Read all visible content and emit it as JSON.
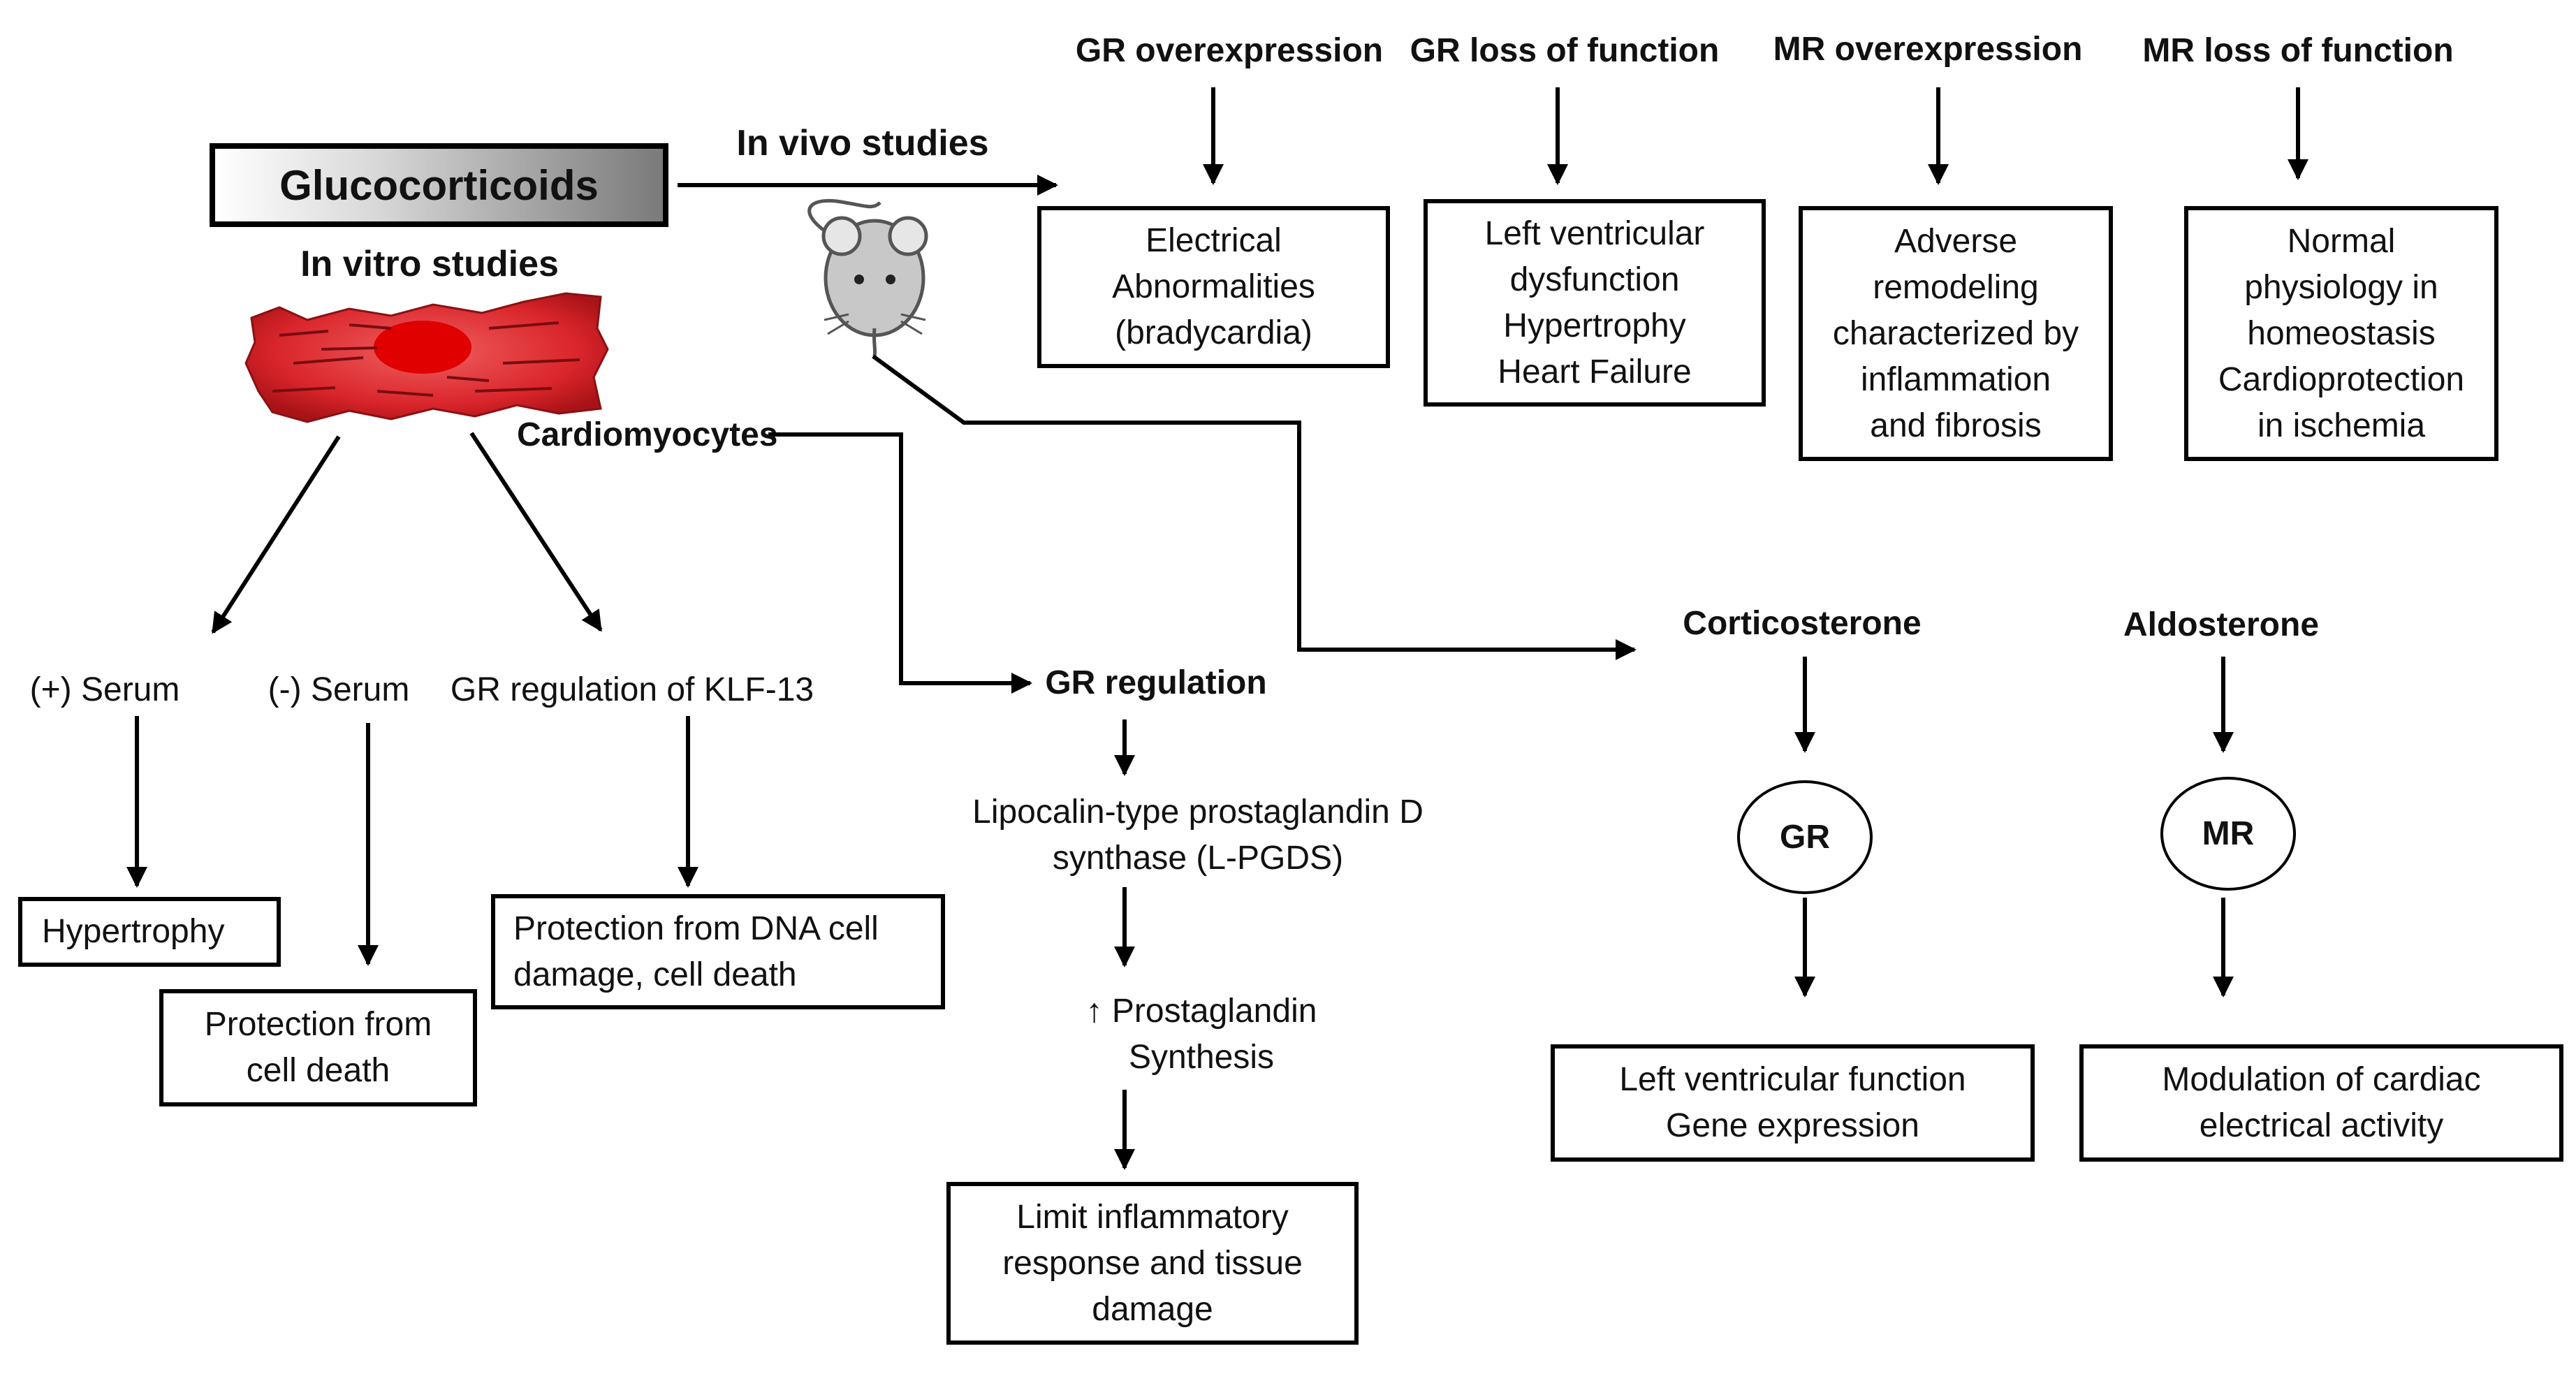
{
  "colors": {
    "line": "#000000",
    "cell_red": "#d9252b",
    "text": "#111111"
  },
  "icons": {
    "cell": "cardiomyocyte-cell-icon",
    "mouse": "mouse-icon"
  },
  "glucocorticoids": "Glucocorticoids",
  "in_vitro": {
    "title": "In vitro studies",
    "cell_label": "Cardiomyocytes",
    "plus_serum": "(+) Serum",
    "minus_serum": "(-) Serum",
    "klf13": "GR regulation of KLF-13",
    "hypertrophy": "Hypertrophy",
    "protection_cell_death": "Protection from\ncell death",
    "protection_dna": "Protection from DNA cell\ndamage, cell death"
  },
  "gr_pathway": {
    "title": "GR regulation",
    "lpgds": "Lipocalin-type prostaglandin D\nsynthase (L-PGDS)",
    "prostaglandin": "↑ Prostaglandin\nSynthesis",
    "limit": "Limit inflammatory\nresponse and tissue\ndamage"
  },
  "in_vivo": {
    "title": "In vivo studies",
    "columns": [
      {
        "header": "GR overexpression",
        "result": "Electrical\nAbnormalities\n(bradycardia)"
      },
      {
        "header": "GR loss of function",
        "result": "Left ventricular\ndysfunction\nHypertrophy\nHeart Failure"
      },
      {
        "header": "MR overexpression",
        "result": "Adverse\nremodeling\ncharacterized by\ninflammation\nand  fibrosis"
      },
      {
        "header": "MR loss of function",
        "result": "Normal\nphysiology  in\nhomeostasis\nCardioprotection\nin ischemia"
      }
    ]
  },
  "hormones": {
    "corticosterone": "Corticosterone",
    "aldosterone": "Aldosterone",
    "gr": "GR",
    "mr": "MR",
    "gr_result": "Left ventricular function\nGene expression",
    "mr_result": "Modulation  of cardiac\nelectrical activity"
  }
}
